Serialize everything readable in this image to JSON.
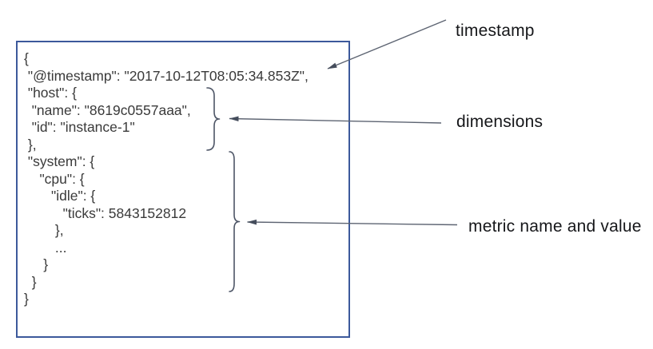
{
  "code_box": {
    "content": "{\n \"@timestamp\": \"2017-10-12T08:05:34.853Z\",\n \"host\": {\n  \"name\": \"8619c0557aaa\",\n  \"id\": \"instance-1\"\n },\n \"system\": {\n    \"cpu\": {\n       \"idle\": {\n          \"ticks\": 5843152812\n        },\n        ...\n     }\n  }\n}"
  },
  "annotations": {
    "timestamp": {
      "label": "timestamp"
    },
    "dimensions": {
      "label": "dimensions"
    },
    "metric": {
      "label": "metric name and value"
    }
  },
  "colors": {
    "box_border": "#3c599b",
    "annotation_stroke": "#545c6b",
    "code_text": "#3a3a3a",
    "label_text": "#16171a",
    "background": "#ffffff"
  }
}
